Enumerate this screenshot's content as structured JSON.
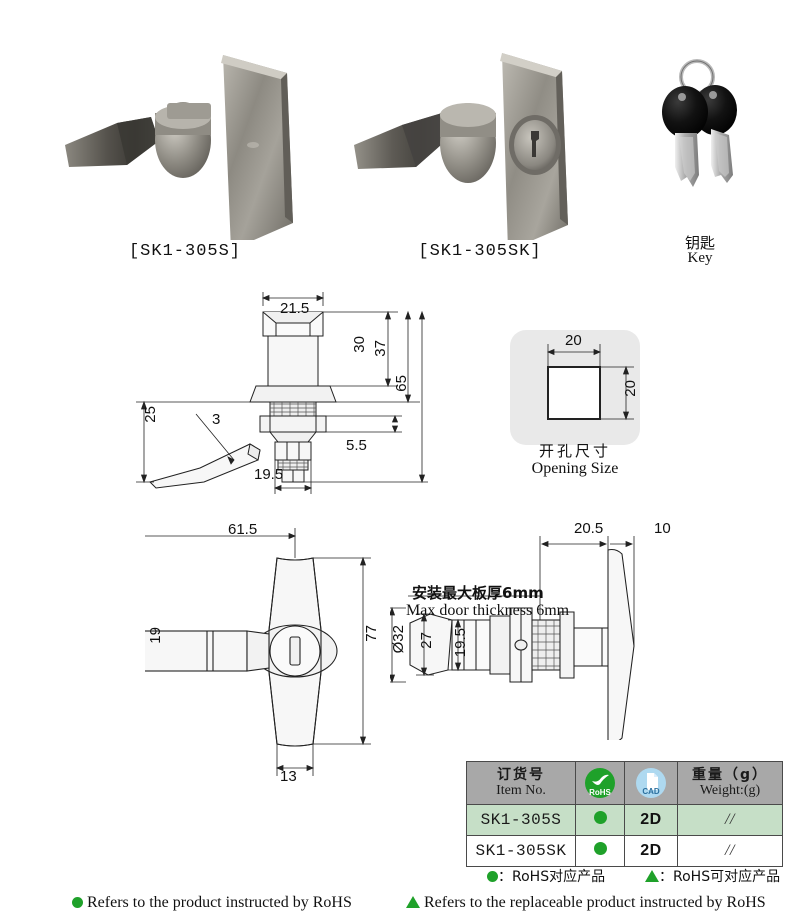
{
  "products": [
    {
      "label": "[SK1-305S]",
      "alt": "T-handle lock without key cylinder"
    },
    {
      "label": "[SK1-305SK]",
      "alt": "T-handle lock with key cylinder"
    }
  ],
  "key": {
    "label_cn": "钥匙",
    "label_en": "Key"
  },
  "opening": {
    "label_cn": "开孔尺寸",
    "label_en": "Opening Size",
    "width": "20",
    "height": "20"
  },
  "drawings": {
    "front_top": {
      "dims": {
        "top_width": "21.5",
        "handle_height": "30",
        "body_height": "37",
        "total_height": "65",
        "nut_height": "5.5",
        "base_width": "19.5",
        "cam_offset": "25",
        "cam_thickness": "3"
      }
    },
    "plan_view": {
      "dims": {
        "overall_length": "61.5",
        "cam_width": "19",
        "handle_length": "77",
        "handle_width": "13"
      }
    },
    "side_view": {
      "note_cn": "安装最大板厚6mm",
      "note_en": "Max door thickness 6mm",
      "dims": {
        "flange_dia": "Ø32",
        "cam_height": "27",
        "body_width": "19.5",
        "front_depth": "20.5",
        "handle_depth": "10"
      }
    }
  },
  "table": {
    "headers": {
      "item_cn": "订货号",
      "item_en": "Item No.",
      "rohs": "RoHS",
      "cad": "CAD",
      "weight_cn": "重量（g）",
      "weight_en": "Weight:(g)"
    },
    "rows": [
      {
        "item": "SK1-305S",
        "rohs": "dot",
        "cad": "2D",
        "weight": "//"
      },
      {
        "item": "SK1-305SK",
        "rohs": "dot",
        "cad": "2D",
        "weight": "//"
      }
    ]
  },
  "legend": {
    "cn_dot": "：RoHS对应产品",
    "cn_tri": "：RoHS可对应产品",
    "en_dot": "Refers to the product instructed by RoHS",
    "en_tri": "Refers to the replaceable product instructed by RoHS"
  },
  "colors": {
    "rohs_green": "#1fa12a",
    "header_grey": "#a8a8a8",
    "row_green": "#c6dfc7",
    "cad_blue": "#aed9f0"
  }
}
